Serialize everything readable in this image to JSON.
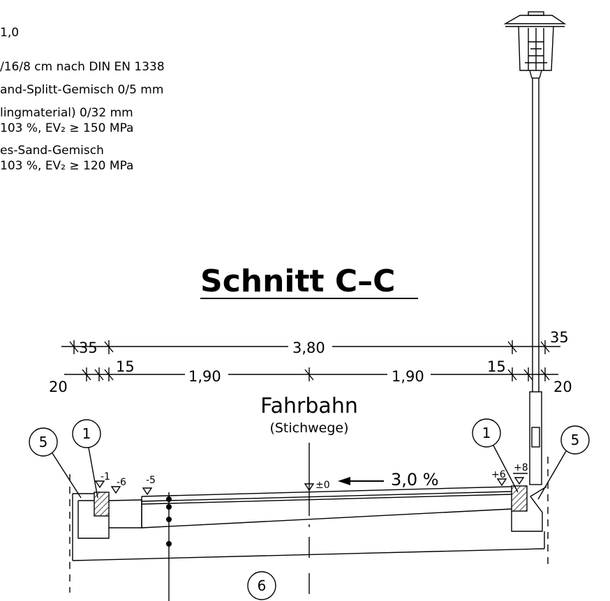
{
  "legend": {
    "line1": "1,0",
    "line2": "/16/8 cm nach DIN EN 1338",
    "line3": "and-Splitt-Gemisch 0/5 mm",
    "line4": "lingmaterial) 0/32 mm",
    "line5": "103 %, EV₂ ≥ 150 MPa",
    "line6": "es-Sand-Gemisch",
    "line7": "103 %, EV₂ ≥ 120 MPa"
  },
  "title": "Schnitt C–C",
  "dimensions": {
    "left_35": "35",
    "total": "3,80",
    "right_35": "35",
    "left_20": "20",
    "left_15": "15",
    "half_left": "1,90",
    "half_right": "1,90",
    "right_15": "15",
    "right_20": "20"
  },
  "roadway": {
    "name": "Fahrbahn",
    "subtitle": "(Stichwege)"
  },
  "slope": "3,0 %",
  "elevations": {
    "e1": "-1",
    "e2": "-6",
    "e3": "-5",
    "e4": "±0",
    "e5": "+6",
    "e6": "+8"
  },
  "markers": {
    "m1_left": "5",
    "m2_left": "1",
    "m3_right": "1",
    "m4_right": "5",
    "m5_bottom": "6"
  },
  "colors": {
    "line": "#000000",
    "background": "#ffffff"
  }
}
